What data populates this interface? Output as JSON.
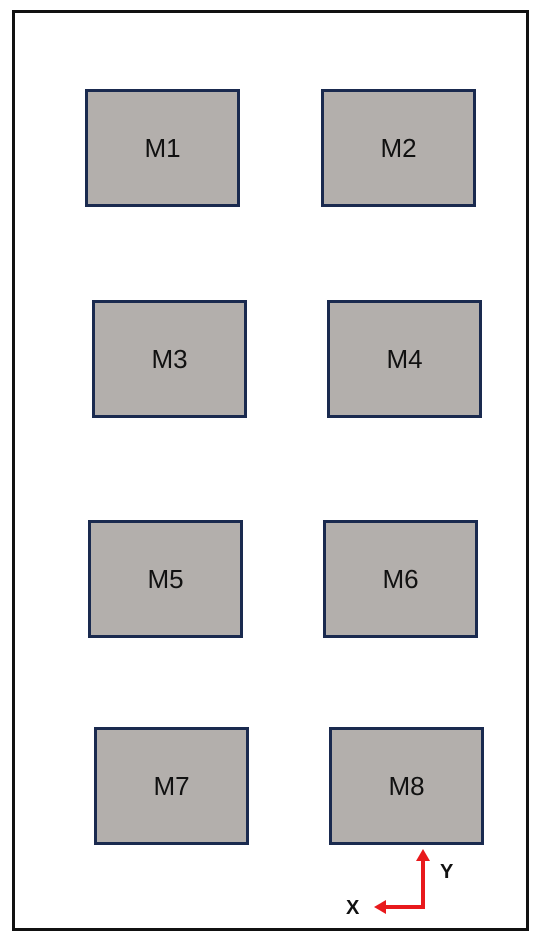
{
  "modules": [
    {
      "label": "M1"
    },
    {
      "label": "M2"
    },
    {
      "label": "M3"
    },
    {
      "label": "M4"
    },
    {
      "label": "M5"
    },
    {
      "label": "M6"
    },
    {
      "label": "M7"
    },
    {
      "label": "M8"
    }
  ],
  "axes": {
    "x_label": "X",
    "y_label": "Y"
  },
  "colors": {
    "module_fill": "#b3afac",
    "module_border": "#1a2a4f",
    "axis_arrow": "#e8191c",
    "frame_border": "#111111"
  }
}
